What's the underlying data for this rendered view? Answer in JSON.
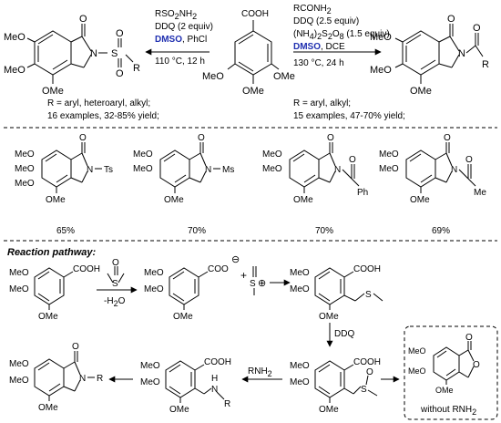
{
  "top": {
    "left_conditions": [
      "RSO2NH2",
      "DDQ (2 equiv)",
      "DMSO, PhCl",
      "110 °C, 12 h"
    ],
    "right_conditions": [
      "RCONH2",
      "DDQ (2.5 equiv)",
      "(NH4)2S2O8 (1.5 equiv)",
      "DMSO, DCE",
      "130 °C, 24 h"
    ],
    "left_scope": [
      "R = aryl, heteroaryl, alkyl;",
      "16 examples, 32-85% yield;"
    ],
    "right_scope": [
      "R = aryl, alkyl;",
      "15 examples, 47-70% yield;"
    ],
    "start_acid_label": "COOH",
    "dmso_color": "#1f2fb0"
  },
  "atoms": {
    "ome": "OMe",
    "meo": "MeO",
    "o": "O",
    "n": "N",
    "s": "S",
    "r": "R",
    "cooh": "COOH",
    "coo_minus": "COO",
    "minus": "⊖",
    "plus": "⊕",
    "ts": "Ts",
    "ms": "Ms",
    "ph": "Ph",
    "me": "Me",
    "h": "H"
  },
  "examples": [
    {
      "substituent": "Ts",
      "yield": "65%"
    },
    {
      "substituent": "Ms",
      "yield": "70%"
    },
    {
      "substituent": "Ph",
      "yield": "70%"
    },
    {
      "substituent": "Me",
      "yield": "69%"
    }
  ],
  "pathway": {
    "title": "Reaction pathway:",
    "minus_water": "-H2O",
    "plus_sign": "+",
    "ddq": "DDQ",
    "rnh2": "RNH2",
    "without_note": "without RNH2"
  }
}
